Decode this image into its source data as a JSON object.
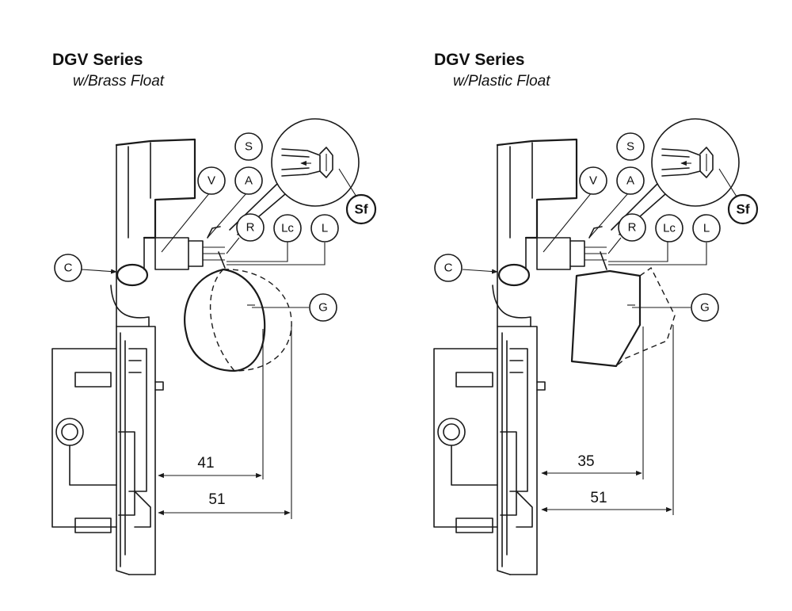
{
  "left": {
    "title": "DGV Series",
    "subtitle": "w/Brass Float",
    "labels": {
      "s": "S",
      "v": "V",
      "a": "A",
      "sf": "Sf",
      "r": "R",
      "lc": "Lc",
      "l": "L",
      "c": "C",
      "g": "G"
    },
    "dims": {
      "inner": "41",
      "outer": "51"
    }
  },
  "right": {
    "title": "DGV Series",
    "subtitle": "w/Plastic Float",
    "labels": {
      "s": "S",
      "v": "V",
      "a": "A",
      "sf": "Sf",
      "r": "R",
      "lc": "Lc",
      "l": "L",
      "c": "C",
      "g": "G"
    },
    "dims": {
      "inner": "35",
      "outer": "51"
    }
  }
}
